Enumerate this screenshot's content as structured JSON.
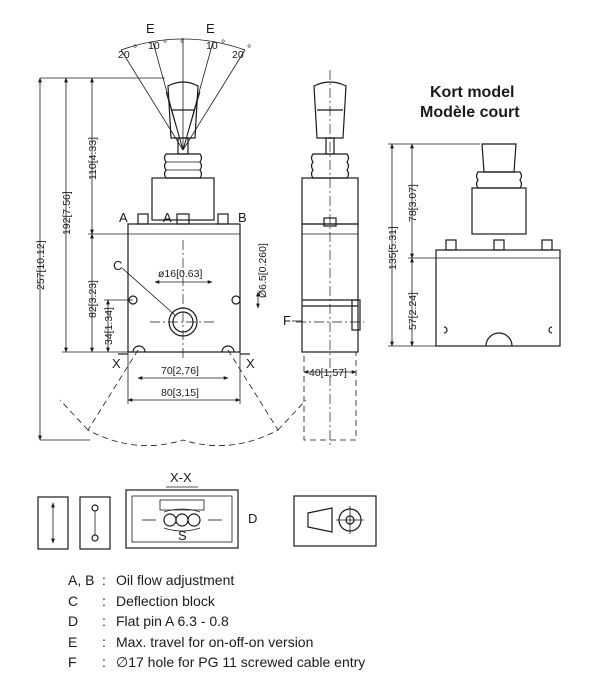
{
  "markings": {
    "angle_e_left": "E",
    "angle_e_right": "E",
    "deg_20_left": "20",
    "deg_10_left": "10",
    "deg_10_right": "10",
    "deg_20_right": "20",
    "deg_symbol": "°"
  },
  "front_view": {
    "label_a_left": "A",
    "label_a_center": "A",
    "label_b": "B",
    "label_c": "C",
    "label_x_left": "X",
    "label_x_right": "X",
    "bore_diameter": "ø16[0.63]",
    "pin_diameter": "Ø6.5[0.260]",
    "height_total": "257[10.12]",
    "height_192": "192[7.56]",
    "height_110": "110[4.33]",
    "height_82": "82[3.23]",
    "height_34": "34[1.34]",
    "width_70": "70[2,76]",
    "width_80": "80[3,15]"
  },
  "side_view": {
    "label_f": "F",
    "width_40": "40[1,57]"
  },
  "short_model": {
    "title_line1": "Kort model",
    "title_line2": "Modèle court",
    "height_135": "135[5.31]",
    "height_78": "78[3.07]",
    "height_57": "57[2.24]"
  },
  "section": {
    "title": "X-X",
    "label_s": "S",
    "label_d": "D"
  },
  "legend": [
    {
      "key": "A, B",
      "sep": ":",
      "text": "Oil flow adjustment"
    },
    {
      "key": "C",
      "sep": ":",
      "text": "Deflection block"
    },
    {
      "key": "D",
      "sep": ":",
      "text": "Flat pin A 6.3 - 0.8"
    },
    {
      "key": "E",
      "sep": ":",
      "text": "Max. travel for on-off-on version"
    },
    {
      "key": "F",
      "sep": ":",
      "text": "∅17 hole for PG 11 screwed cable entry"
    }
  ]
}
